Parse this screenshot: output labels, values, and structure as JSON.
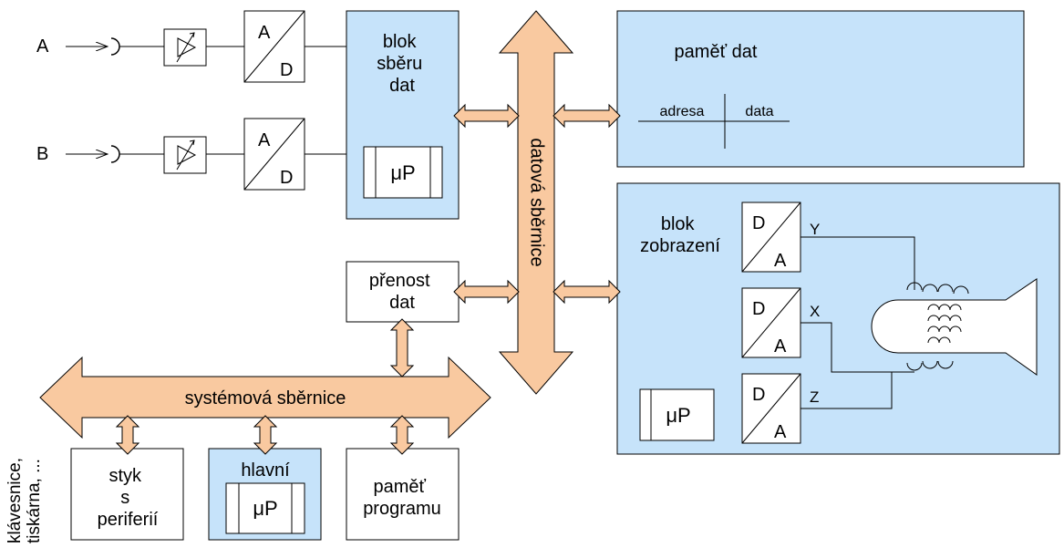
{
  "inputs": {
    "a": "A",
    "b": "B"
  },
  "adc": {
    "top": "A",
    "bottom": "D"
  },
  "dac": {
    "top": "D",
    "bottom": "A"
  },
  "blocks": {
    "sber": [
      "blok",
      "sběru",
      "dat"
    ],
    "pamet_dat": "paměť dat",
    "pamet_dat_adresa": "adresa",
    "pamet_dat_data": "data",
    "prenost": [
      "přenost",
      "dat"
    ],
    "zobrazeni": [
      "blok",
      "zobrazení"
    ],
    "styk": [
      "styk",
      "s",
      "periferií"
    ],
    "hlavni": "hlavní",
    "pamet_programu": [
      "paměť",
      "programu"
    ]
  },
  "processor_label": "μP",
  "buses": {
    "datova": "datová sběrnice",
    "systemova": "systémová sběrnice"
  },
  "deflection": {
    "y": "Y",
    "x": "X",
    "z": "Z"
  },
  "peripherals": [
    "klávesnice,",
    "tiskárna, ..."
  ],
  "colors": {
    "block_fill": "#c6e3fa",
    "bus_fill": "#f9c9a0",
    "line": "#000000"
  }
}
